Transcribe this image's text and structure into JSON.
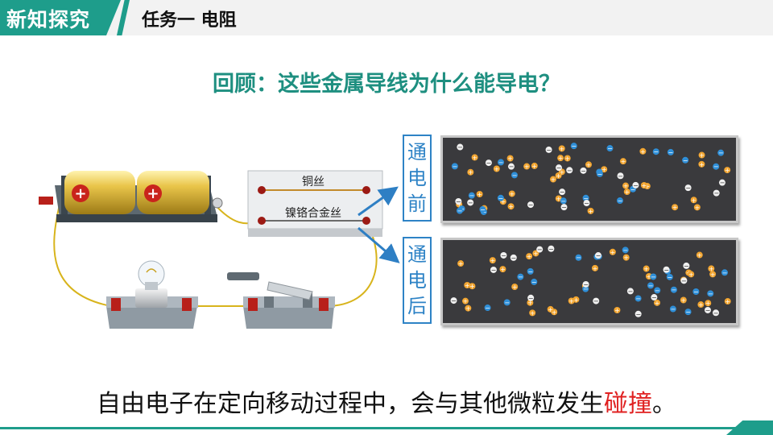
{
  "header": {
    "tag": "新知探究",
    "title": "任务一  电阻"
  },
  "question": "回顾：这些金属导线为什么能导电？",
  "circuit": {
    "label_copper": "铜丝",
    "label_alloy": "镍铬合金丝"
  },
  "labels": {
    "before": "通电前",
    "after": "通电后"
  },
  "bottom": {
    "text_prefix": "自由电子在定向移动过程中，会与其他微粒发生",
    "text_highlight": "碰撞",
    "text_suffix": "。"
  },
  "colors": {
    "accent": "#1e9d8b",
    "question": "#1e8f80",
    "highlight": "#e02020",
    "label_blue": "#2e83c6"
  }
}
